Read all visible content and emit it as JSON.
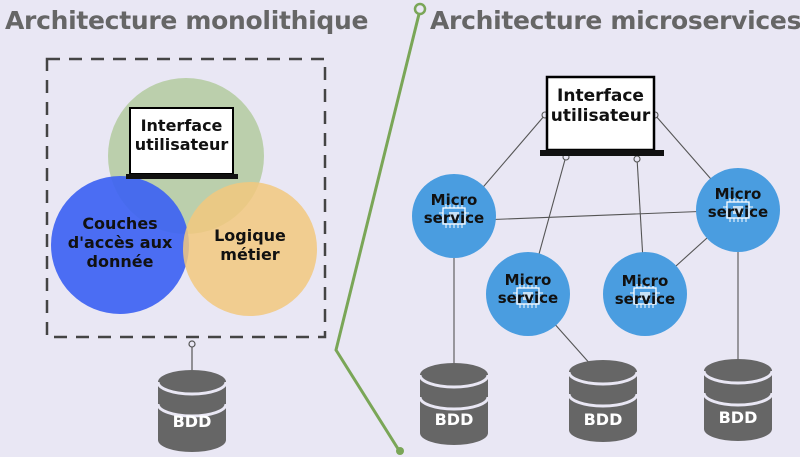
{
  "titles": {
    "monolith": "Architecture monolithique",
    "micro": "Architecture microservices"
  },
  "monolith": {
    "ui": "Interface\nutilisateur",
    "data_layer": "Couches\nd'accès aux\ndonnée",
    "business": "Logique\nmétier",
    "db": "BDD"
  },
  "micro": {
    "ui": "Interface\nutilisateur",
    "services": [
      "Micro\nservice",
      "Micro\nservice",
      "Micro\nservice",
      "Micro\nservice"
    ],
    "dbs": [
      "BDD",
      "BDD",
      "BDD"
    ]
  },
  "colors": {
    "background": "#e9e7f4",
    "circle_green": "#9dbf7c",
    "circle_blue": "#3d63f2",
    "circle_orange": "#f2c87e",
    "service_blue": "#4a9de0",
    "db_gray": "#666666",
    "divider_green": "#7aa657"
  },
  "icons": [
    "laptop-icon",
    "chip-icon",
    "database-icon"
  ]
}
